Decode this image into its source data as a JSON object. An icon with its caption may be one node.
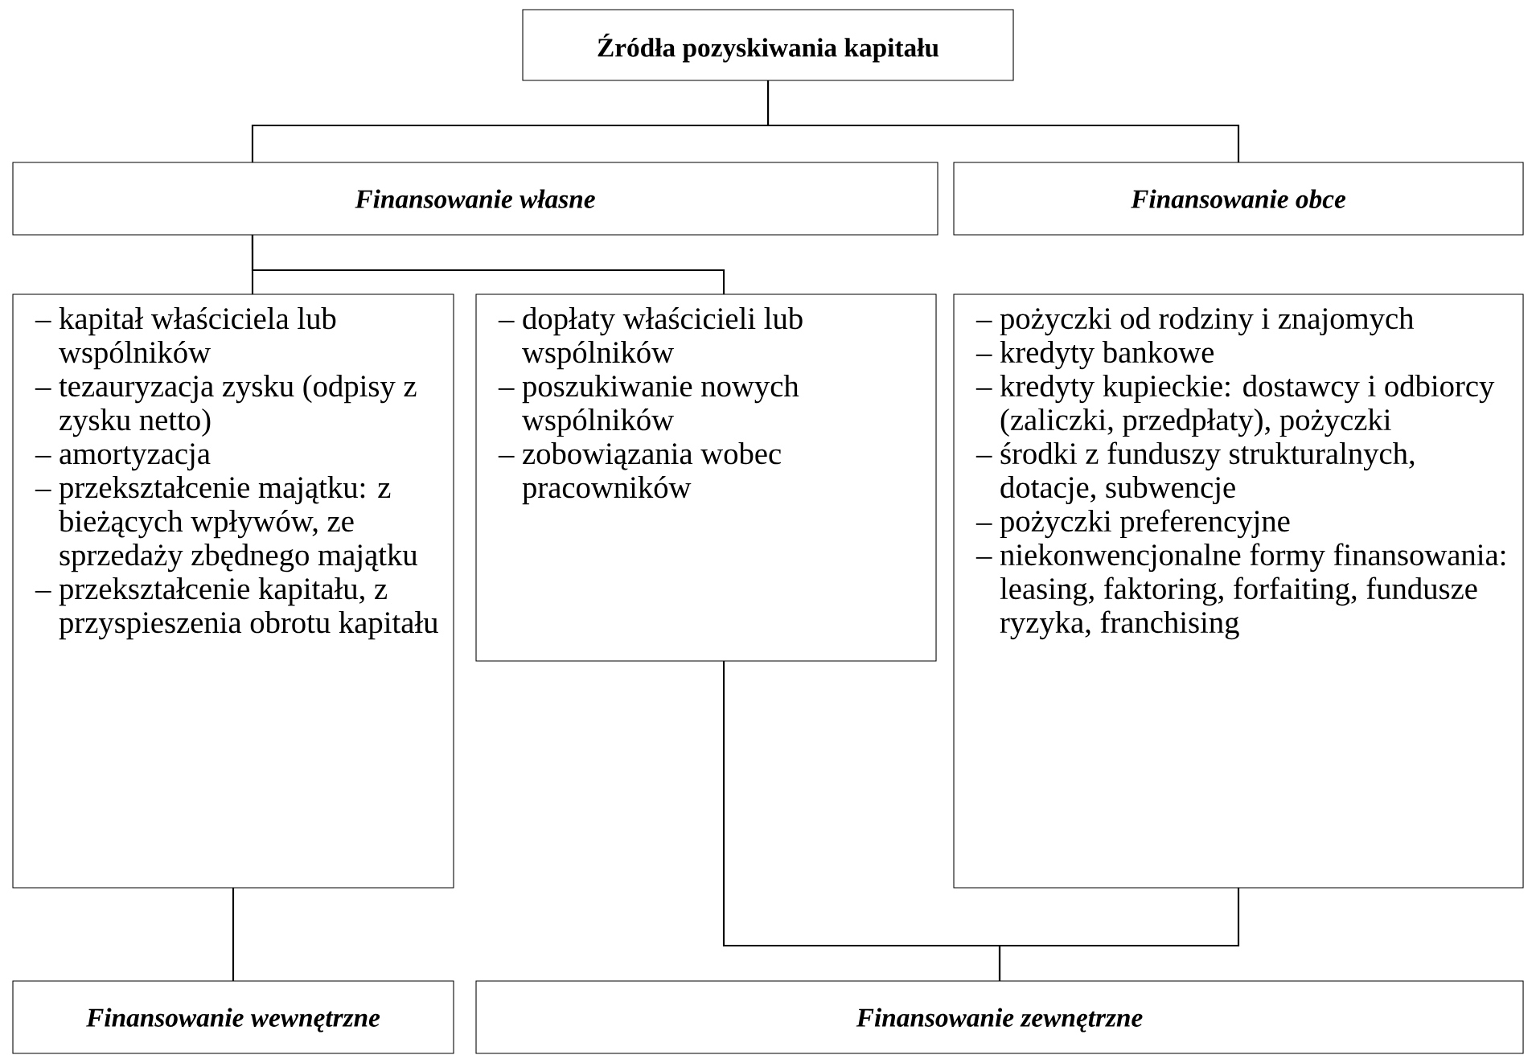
{
  "diagram": {
    "nodes": [
      {
        "text": [
          "Źródła pozyskiwania kapitału"
        ]
      },
      {
        "text": [
          "Finansowanie własne"
        ]
      },
      {
        "text": [
          "Finansowanie obce"
        ]
      },
      {
        "text": [
          "– kapitał właściciela lub wspólników",
          "– tezauryzacja zysku (odpisy z zysku netto)",
          "– amortyzacja",
          "– przekształcenie majątku: z bieżących wpływów, ze sprzedaży zbędnego majątku",
          "– przekształcenie kapitału, z przyspieszenia obrotu kapitału"
        ]
      },
      {
        "text": [
          "– dopłaty właścicieli lub wspólników",
          "– poszukiwanie nowych wspólników",
          "– zobowiązania wobec pracowników"
        ]
      },
      {
        "text": [
          "– pożyczki od rodziny i znajomych",
          "– kredyty bankowe",
          "– kredyty kupieckie: dostawcy i odbiorcy (zaliczki, przedpłaty), pożyczki",
          "– środki z funduszy strukturalnych, dotacje, subwencje",
          "– pożyczki preferencyjne",
          "– niekonwencjonalne formy finansowania: leasing, faktoring, forfaiting, fundusze ryzyka, franchising"
        ]
      },
      {
        "text": [
          "Finansowanie wewnętrzne"
        ]
      },
      {
        "text": [
          "Finansowanie zewnętrzne"
        ]
      }
    ],
    "edges": [
      {
        "from": 0,
        "to": 1,
        "arrow": "none"
      },
      {
        "from": 0,
        "to": 2,
        "arrow": "none"
      },
      {
        "from": 1,
        "to": 3,
        "arrow": "none"
      },
      {
        "from": 1,
        "to": 4,
        "arrow": "none"
      },
      {
        "from": 3,
        "to": 6,
        "arrow": "none"
      },
      {
        "from": 4,
        "to": 7,
        "arrow": "none"
      },
      {
        "from": 5,
        "to": 7,
        "arrow": "none"
      }
    ]
  }
}
